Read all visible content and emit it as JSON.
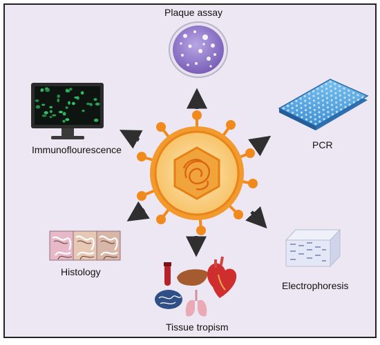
{
  "labels": {
    "plaque": "Plaque assay",
    "pcr": "PCR",
    "immuno": "Immunoflourescence",
    "histology": "Histology",
    "electro": "Electrophoresis",
    "tissue": "Tissue tropism"
  },
  "colors": {
    "background": "#ece7f2",
    "border": "#222222",
    "arrow": "#333333",
    "virus_orange": "#f39a2e",
    "virus_core": "#fbd99a",
    "petri_purple": "#8d73c4",
    "pcr_blue": "#4a9fdc",
    "monitor": "#2b2b2b",
    "cell_green": "#35c76a"
  },
  "icons": {
    "center": "virus-icon",
    "plaque": "petri-dish-icon",
    "pcr": "pcr-plate-icon",
    "immuno": "monitor-icon",
    "histology": "tissue-slide-icon",
    "electro": "gel-icon",
    "tissue": "organs-icon"
  }
}
